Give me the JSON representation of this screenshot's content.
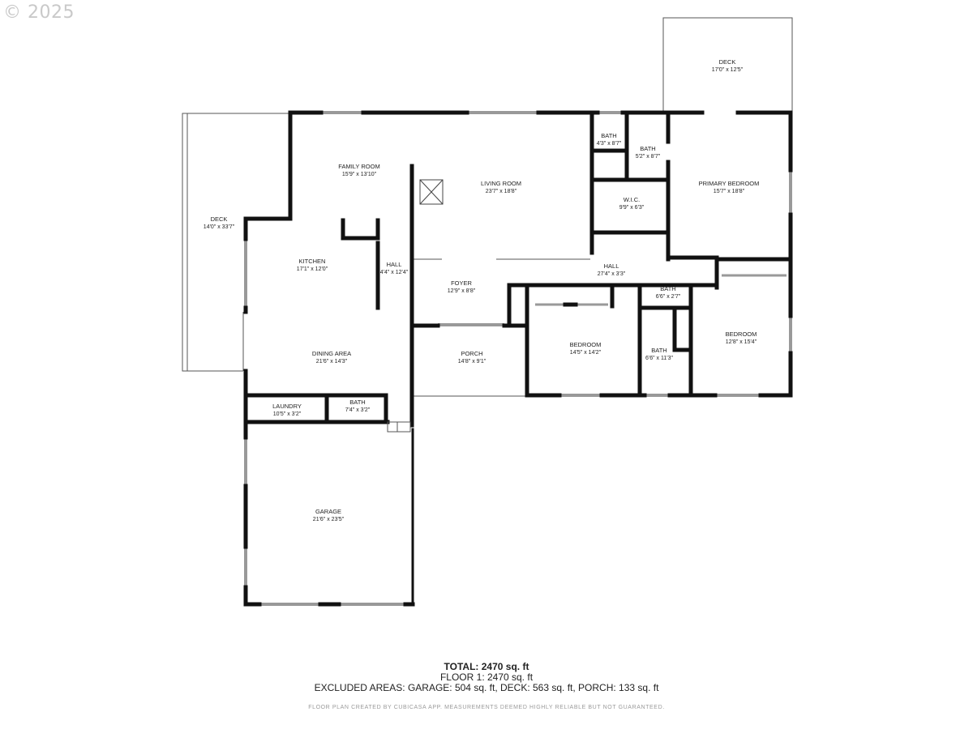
{
  "copyright": "© 2025",
  "rooms": [
    {
      "id": "deck-top",
      "name": "DECK",
      "dims": "17'0\" x 12'5\""
    },
    {
      "id": "bath-a",
      "name": "BATH",
      "dims": "4'3\" x 8'7\""
    },
    {
      "id": "bath-b",
      "name": "BATH",
      "dims": "5'2\" x 8'7\""
    },
    {
      "id": "family-room",
      "name": "FAMILY ROOM",
      "dims": "15'9\" x 13'10\""
    },
    {
      "id": "living-room",
      "name": "LIVING ROOM",
      "dims": "23'7\" x 18'8\""
    },
    {
      "id": "primary-bedroom",
      "name": "PRIMARY BEDROOM",
      "dims": "15'7\" x 18'8\""
    },
    {
      "id": "wic",
      "name": "W.I.C.",
      "dims": "9'9\" x 6'3\""
    },
    {
      "id": "deck-left",
      "name": "DECK",
      "dims": "14'0\" x 33'7\""
    },
    {
      "id": "kitchen",
      "name": "KITCHEN",
      "dims": "17'1\" x 12'0\""
    },
    {
      "id": "hall-a",
      "name": "HALL",
      "dims": "4'4\" x 12'4\""
    },
    {
      "id": "hall-b",
      "name": "HALL",
      "dims": "27'4\" x 3'3\""
    },
    {
      "id": "foyer",
      "name": "FOYER",
      "dims": "12'9\" x 8'8\""
    },
    {
      "id": "bath-c",
      "name": "BATH",
      "dims": "6'6\" x 2'7\""
    },
    {
      "id": "bedroom-a",
      "name": "BEDROOM",
      "dims": "12'8\" x 15'4\""
    },
    {
      "id": "bedroom-b",
      "name": "BEDROOM",
      "dims": "14'5\" x 14'2\""
    },
    {
      "id": "dining-area",
      "name": "DINING AREA",
      "dims": "21'6\" x 14'3\""
    },
    {
      "id": "porch",
      "name": "PORCH",
      "dims": "14'8\" x 9'1\""
    },
    {
      "id": "bath-d",
      "name": "BATH",
      "dims": "6'6\" x 11'3\""
    },
    {
      "id": "laundry",
      "name": "LAUNDRY",
      "dims": "10'5\" x 3'2\""
    },
    {
      "id": "bath-e",
      "name": "BATH",
      "dims": "7'4\" x 3'2\""
    },
    {
      "id": "garage",
      "name": "GARAGE",
      "dims": "21'6\" x 23'5\""
    }
  ],
  "summary": {
    "total": "TOTAL: 2470 sq. ft",
    "floor": "FLOOR 1: 2470 sq. ft",
    "excluded": "EXCLUDED AREAS: GARAGE: 504 sq. ft, DECK: 563 sq. ft, PORCH: 133 sq. ft"
  },
  "disclaimer": "FLOOR PLAN CREATED BY CUBICASA APP. MEASUREMENTS DEEMED HIGHLY RELIABLE BUT NOT GUARANTEED."
}
